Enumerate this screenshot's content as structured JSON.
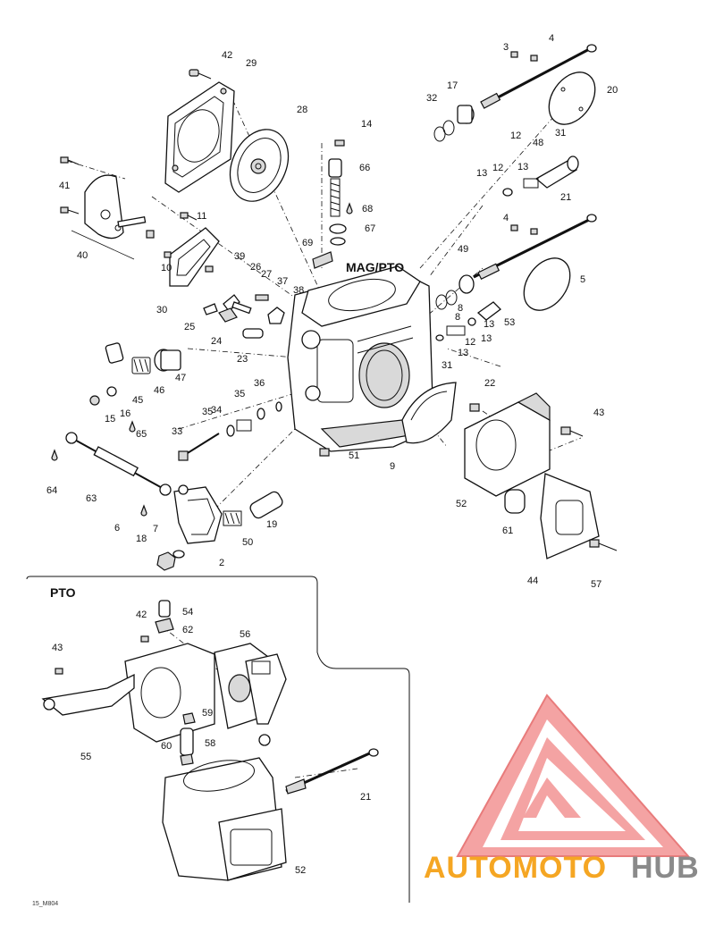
{
  "section_labels": {
    "main": "MAG/PTO",
    "inset": "PTO"
  },
  "drawing_code": "15_M804",
  "watermark": {
    "text_orange": "AUTOMOTO",
    "text_gray": "HUB",
    "color_orange": "#f5a623",
    "color_gray": "#8a8a8a",
    "color_red": "#e53935"
  },
  "part_numbers": [
    "42",
    "29",
    "28",
    "14",
    "66",
    "68",
    "67",
    "69",
    "41",
    "40",
    "11",
    "10",
    "30",
    "39",
    "26",
    "27",
    "37",
    "38",
    "25",
    "24",
    "23",
    "45",
    "46",
    "47",
    "16",
    "15",
    "36",
    "35",
    "34",
    "33",
    "65",
    "64",
    "63",
    "6",
    "7",
    "18",
    "2",
    "50",
    "19",
    "4",
    "3",
    "20",
    "17",
    "32",
    "48",
    "31",
    "13",
    "12",
    "21",
    "5",
    "49",
    "8",
    "53",
    "9",
    "22",
    "51",
    "52",
    "43",
    "61",
    "44",
    "57",
    "54",
    "62",
    "56",
    "55",
    "59",
    "60",
    "58"
  ],
  "inset_numbers": [
    "42",
    "43",
    "55",
    "54",
    "62",
    "56",
    "59",
    "60",
    "58",
    "21",
    "52"
  ]
}
